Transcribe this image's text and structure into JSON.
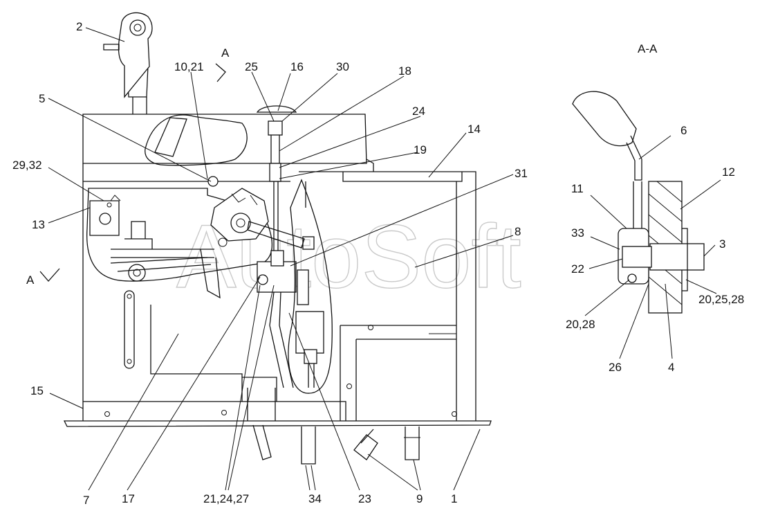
{
  "watermark": "AutoSoft",
  "section_label": "A-A",
  "section_marks": {
    "top": "A",
    "left": "A"
  },
  "callouts": {
    "c1": "1",
    "c2": "2",
    "c3": "3",
    "c4": "4",
    "c5": "5",
    "c6": "6",
    "c7": "7",
    "c8": "8",
    "c9": "9",
    "c11": "11",
    "c12": "12",
    "c13": "13",
    "c14": "14",
    "c15": "15",
    "c16": "16",
    "c17": "17",
    "c18": "18",
    "c19": "19",
    "c22": "22",
    "c23": "23",
    "c24": "24",
    "c25": "25",
    "c26": "26",
    "c30": "30",
    "c31": "31",
    "c33": "33",
    "c34": "34",
    "c10_21": "10,21",
    "c29_32": "29,32",
    "c21_24_27": "21,24,27",
    "c20_28": "20,28",
    "c20_25_28": "20,25,28"
  }
}
